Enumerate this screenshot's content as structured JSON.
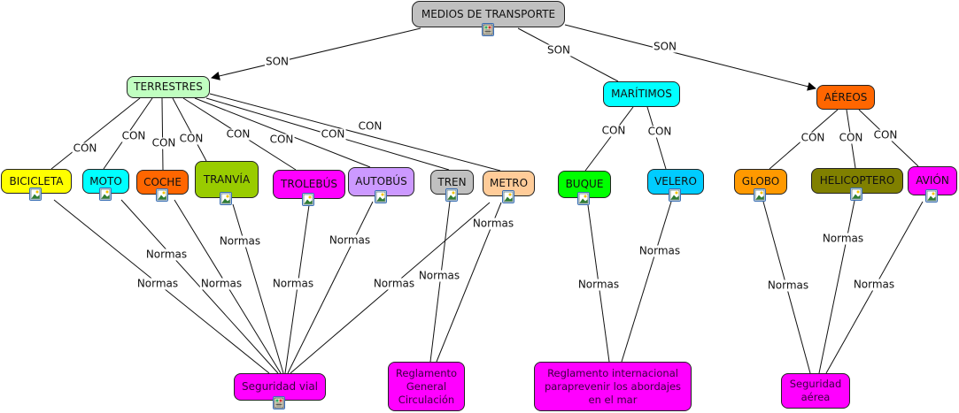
{
  "title": "MEDIOS DE TRANSPORTE",
  "nodes": [
    {
      "id": "root",
      "label": "MEDIOS DE TRANSPORTE",
      "color": "#c0c0c0",
      "icon": "document-icon"
    },
    {
      "id": "terrestres",
      "label": "TERRESTRES",
      "color": "#c0ffc0",
      "icon": null
    },
    {
      "id": "maritimos",
      "label": "MARÍTIMOS",
      "color": "#00ffff",
      "icon": null
    },
    {
      "id": "aereos",
      "label": "AÉREOS",
      "color": "#ff6600",
      "icon": null
    },
    {
      "id": "bicicleta",
      "label": "BICICLETA",
      "color": "#ffff00",
      "icon": "image-icon"
    },
    {
      "id": "moto",
      "label": "MOTO",
      "color": "#00ffff",
      "icon": "image-icon"
    },
    {
      "id": "coche",
      "label": "COCHE",
      "color": "#ff6600",
      "icon": "image-icon"
    },
    {
      "id": "tranvia",
      "label": "TRANVÍA",
      "color": "#99cc00",
      "icon": "image-icon"
    },
    {
      "id": "trolebus",
      "label": "TROLEBÚS",
      "color": "#ff00ff",
      "icon": "image-icon"
    },
    {
      "id": "autobus",
      "label": "AUTOBÚS",
      "color": "#cc99ff",
      "icon": "image-icon"
    },
    {
      "id": "tren",
      "label": "TREN",
      "color": "#c0c0c0",
      "icon": "image-icon"
    },
    {
      "id": "metro",
      "label": "METRO",
      "color": "#ffcc99",
      "icon": "image-icon"
    },
    {
      "id": "buque",
      "label": "BUQUE",
      "color": "#00ff00",
      "icon": "image-icon"
    },
    {
      "id": "velero",
      "label": "VELERO",
      "color": "#00ccff",
      "icon": "image-icon"
    },
    {
      "id": "globo",
      "label": "GLOBO",
      "color": "#ff9900",
      "icon": "image-icon"
    },
    {
      "id": "helicoptero",
      "label": "HELICOPTERO",
      "color": "#808000",
      "icon": "image-icon"
    },
    {
      "id": "avion",
      "label": "AVIÓN",
      "color": "#ff00ff",
      "icon": "image-icon"
    },
    {
      "id": "seguridad_vial",
      "label": "Seguridad vial",
      "color": "#ff00ff",
      "icon": "document-icon"
    },
    {
      "id": "reglamento_gc",
      "label": "Reglamento General Circulación",
      "lines": [
        "Reglamento",
        "General",
        "Circulación"
      ],
      "color": "#ff00ff",
      "icon": null
    },
    {
      "id": "reglamento_int",
      "label": "Reglamento internacional paraprevenir los abordajes en el mar",
      "lines": [
        "Reglamento internacional",
        "paraprevenir los abordajes",
        "en el mar"
      ],
      "color": "#ff00ff",
      "icon": null
    },
    {
      "id": "seguridad_aerea",
      "label": "Seguridad aérea",
      "lines": [
        "Seguridad",
        "aérea"
      ],
      "color": "#ff00ff",
      "icon": null
    }
  ],
  "links": [
    {
      "from": "root",
      "to": "terrestres",
      "label": "SON"
    },
    {
      "from": "root",
      "to": "maritimos",
      "label": "SON"
    },
    {
      "from": "root",
      "to": "aereos",
      "label": "SON"
    },
    {
      "from": "terrestres",
      "to": "bicicleta",
      "label": "CON"
    },
    {
      "from": "terrestres",
      "to": "moto",
      "label": "CON"
    },
    {
      "from": "terrestres",
      "to": "coche",
      "label": "CON"
    },
    {
      "from": "terrestres",
      "to": "tranvia",
      "label": "CON"
    },
    {
      "from": "terrestres",
      "to": "trolebus",
      "label": "CON"
    },
    {
      "from": "terrestres",
      "to": "autobus",
      "label": "CON"
    },
    {
      "from": "terrestres",
      "to": "tren",
      "label": "CON"
    },
    {
      "from": "terrestres",
      "to": "metro",
      "label": "CON"
    },
    {
      "from": "maritimos",
      "to": "buque",
      "label": "CON"
    },
    {
      "from": "maritimos",
      "to": "velero",
      "label": "CON"
    },
    {
      "from": "aereos",
      "to": "globo",
      "label": "CON"
    },
    {
      "from": "aereos",
      "to": "helicoptero",
      "label": "CON"
    },
    {
      "from": "aereos",
      "to": "avion",
      "label": "CON"
    },
    {
      "from": "bicicleta",
      "to": "seguridad_vial",
      "label": "Normas"
    },
    {
      "from": "moto",
      "to": "seguridad_vial",
      "label": "Normas"
    },
    {
      "from": "coche",
      "to": "seguridad_vial",
      "label": "Normas"
    },
    {
      "from": "tranvia",
      "to": "seguridad_vial",
      "label": "Normas"
    },
    {
      "from": "trolebus",
      "to": "seguridad_vial",
      "label": "Normas"
    },
    {
      "from": "autobus",
      "to": "seguridad_vial",
      "label": "Normas"
    },
    {
      "from": "metro",
      "to": "seguridad_vial",
      "label": "Normas"
    },
    {
      "from": "tren",
      "to": "reglamento_gc",
      "label": "Normas"
    },
    {
      "from": "metro",
      "to": "reglamento_gc",
      "label": "Normas"
    },
    {
      "from": "buque",
      "to": "reglamento_int",
      "label": "Normas"
    },
    {
      "from": "velero",
      "to": "reglamento_int",
      "label": "Normas"
    },
    {
      "from": "globo",
      "to": "seguridad_aerea",
      "label": "Normas"
    },
    {
      "from": "helicoptero",
      "to": "seguridad_aerea",
      "label": "Normas"
    },
    {
      "from": "avion",
      "to": "seguridad_aerea",
      "label": "Normas"
    }
  ]
}
